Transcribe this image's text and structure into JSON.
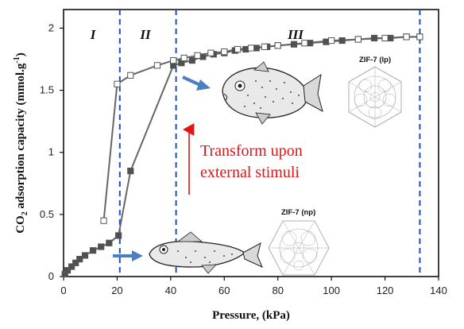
{
  "chart_data": {
    "type": "line",
    "xlabel": "Pressure, (kPa)",
    "ylabel_main": "CO",
    "ylabel_sub": "2",
    "ylabel_rest": " adsorption capacity  (mmol.g",
    "ylabel_sup": "-1",
    "ylabel_end": ")",
    "xlim": [
      0,
      140
    ],
    "ylim": [
      0,
      2.15
    ],
    "xticks": [
      0,
      20,
      40,
      60,
      80,
      100,
      120,
      140
    ],
    "yticks": [
      0,
      0.5,
      1,
      1.5,
      2
    ],
    "ytick_labels": [
      "0",
      "0.5",
      "1",
      "1.5",
      "2"
    ],
    "grid": false,
    "series": [
      {
        "marker": "filled-square",
        "color": "#555555",
        "x": [
          0.5,
          1.5,
          3,
          4.5,
          6,
          8,
          11,
          14,
          17,
          20.5,
          25,
          41,
          44,
          48,
          52,
          56,
          60,
          64,
          68,
          72,
          76,
          80,
          86,
          92,
          98,
          104,
          110,
          116,
          122,
          128,
          133
        ],
        "y": [
          0.02,
          0.05,
          0.08,
          0.11,
          0.14,
          0.17,
          0.21,
          0.24,
          0.27,
          0.33,
          0.85,
          1.7,
          1.72,
          1.74,
          1.77,
          1.79,
          1.8,
          1.82,
          1.83,
          1.84,
          1.85,
          1.86,
          1.87,
          1.88,
          1.89,
          1.9,
          1.91,
          1.92,
          1.92,
          1.93,
          1.93
        ]
      },
      {
        "marker": "open-square",
        "color": "#555555",
        "x": [
          15,
          20,
          25,
          35,
          41,
          45,
          50,
          55,
          60,
          65,
          70,
          75,
          80,
          90,
          100,
          110,
          120,
          128,
          133
        ],
        "y": [
          0.45,
          1.55,
          1.62,
          1.7,
          1.74,
          1.76,
          1.78,
          1.8,
          1.81,
          1.83,
          1.84,
          1.85,
          1.86,
          1.88,
          1.9,
          1.91,
          1.92,
          1.93,
          1.93
        ]
      }
    ],
    "vlines_x": [
      21,
      42,
      133
    ],
    "vline_color": "#1f4fb8",
    "regions": [
      "I",
      "II",
      "III"
    ],
    "annotation": [
      "Transform upon",
      "external stimuli"
    ],
    "annotation_color": "#e31414",
    "structure_labels": [
      "ZIF-7 (lp)",
      "ZIF-7 (np)"
    ],
    "icons": [
      "pufferfish-inflated-icon",
      "pufferfish-deflated-icon",
      "zif7-lp-structure-icon",
      "zif7-np-structure-icon",
      "blue-arrow-icon",
      "red-arrow-icon"
    ]
  }
}
